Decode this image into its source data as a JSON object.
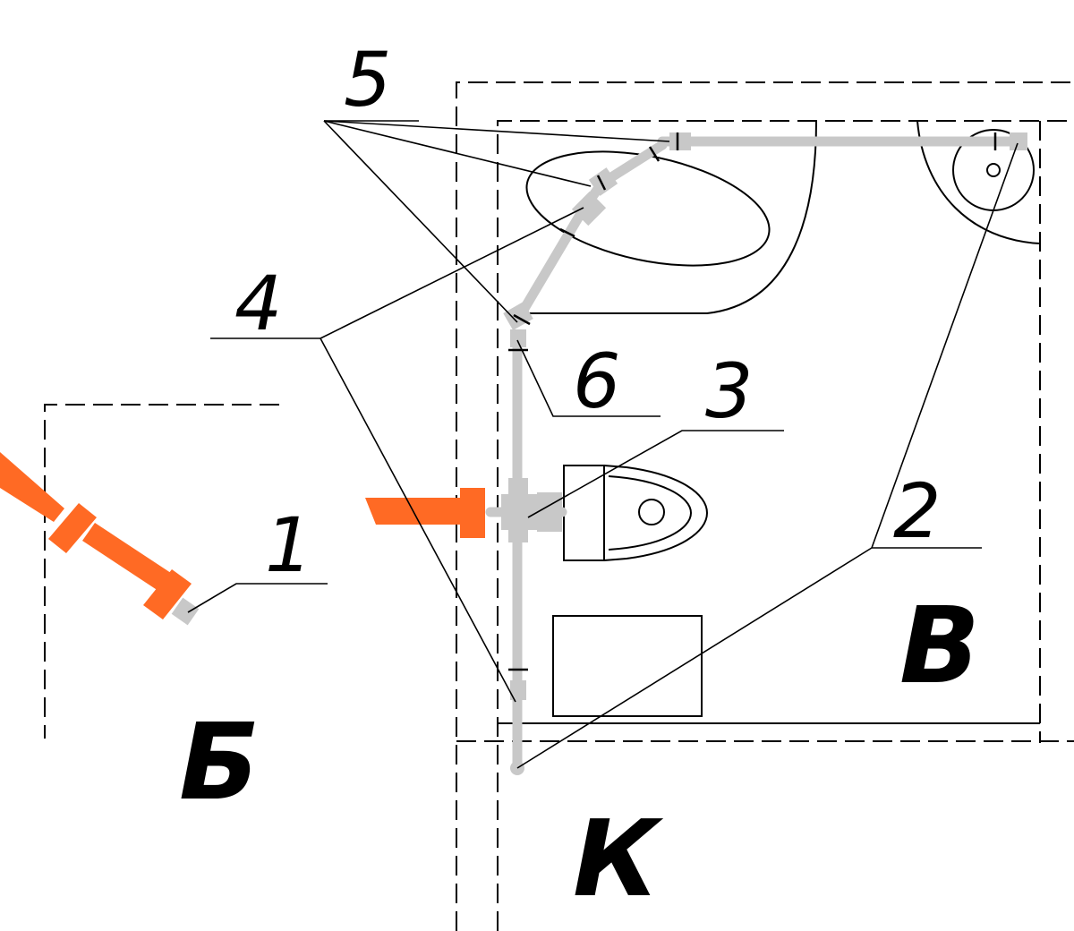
{
  "labels": {
    "callout_1": "1",
    "callout_2": "2",
    "callout_3": "3",
    "callout_4": "4",
    "callout_5": "5",
    "callout_6": "6"
  },
  "rooms": {
    "room_b": "Б",
    "room_v": "В",
    "room_k": "К"
  },
  "colors": {
    "sewer_pipe": "#ff6a24",
    "water_pipe": "#c8c8c8",
    "lines": "#000000"
  }
}
